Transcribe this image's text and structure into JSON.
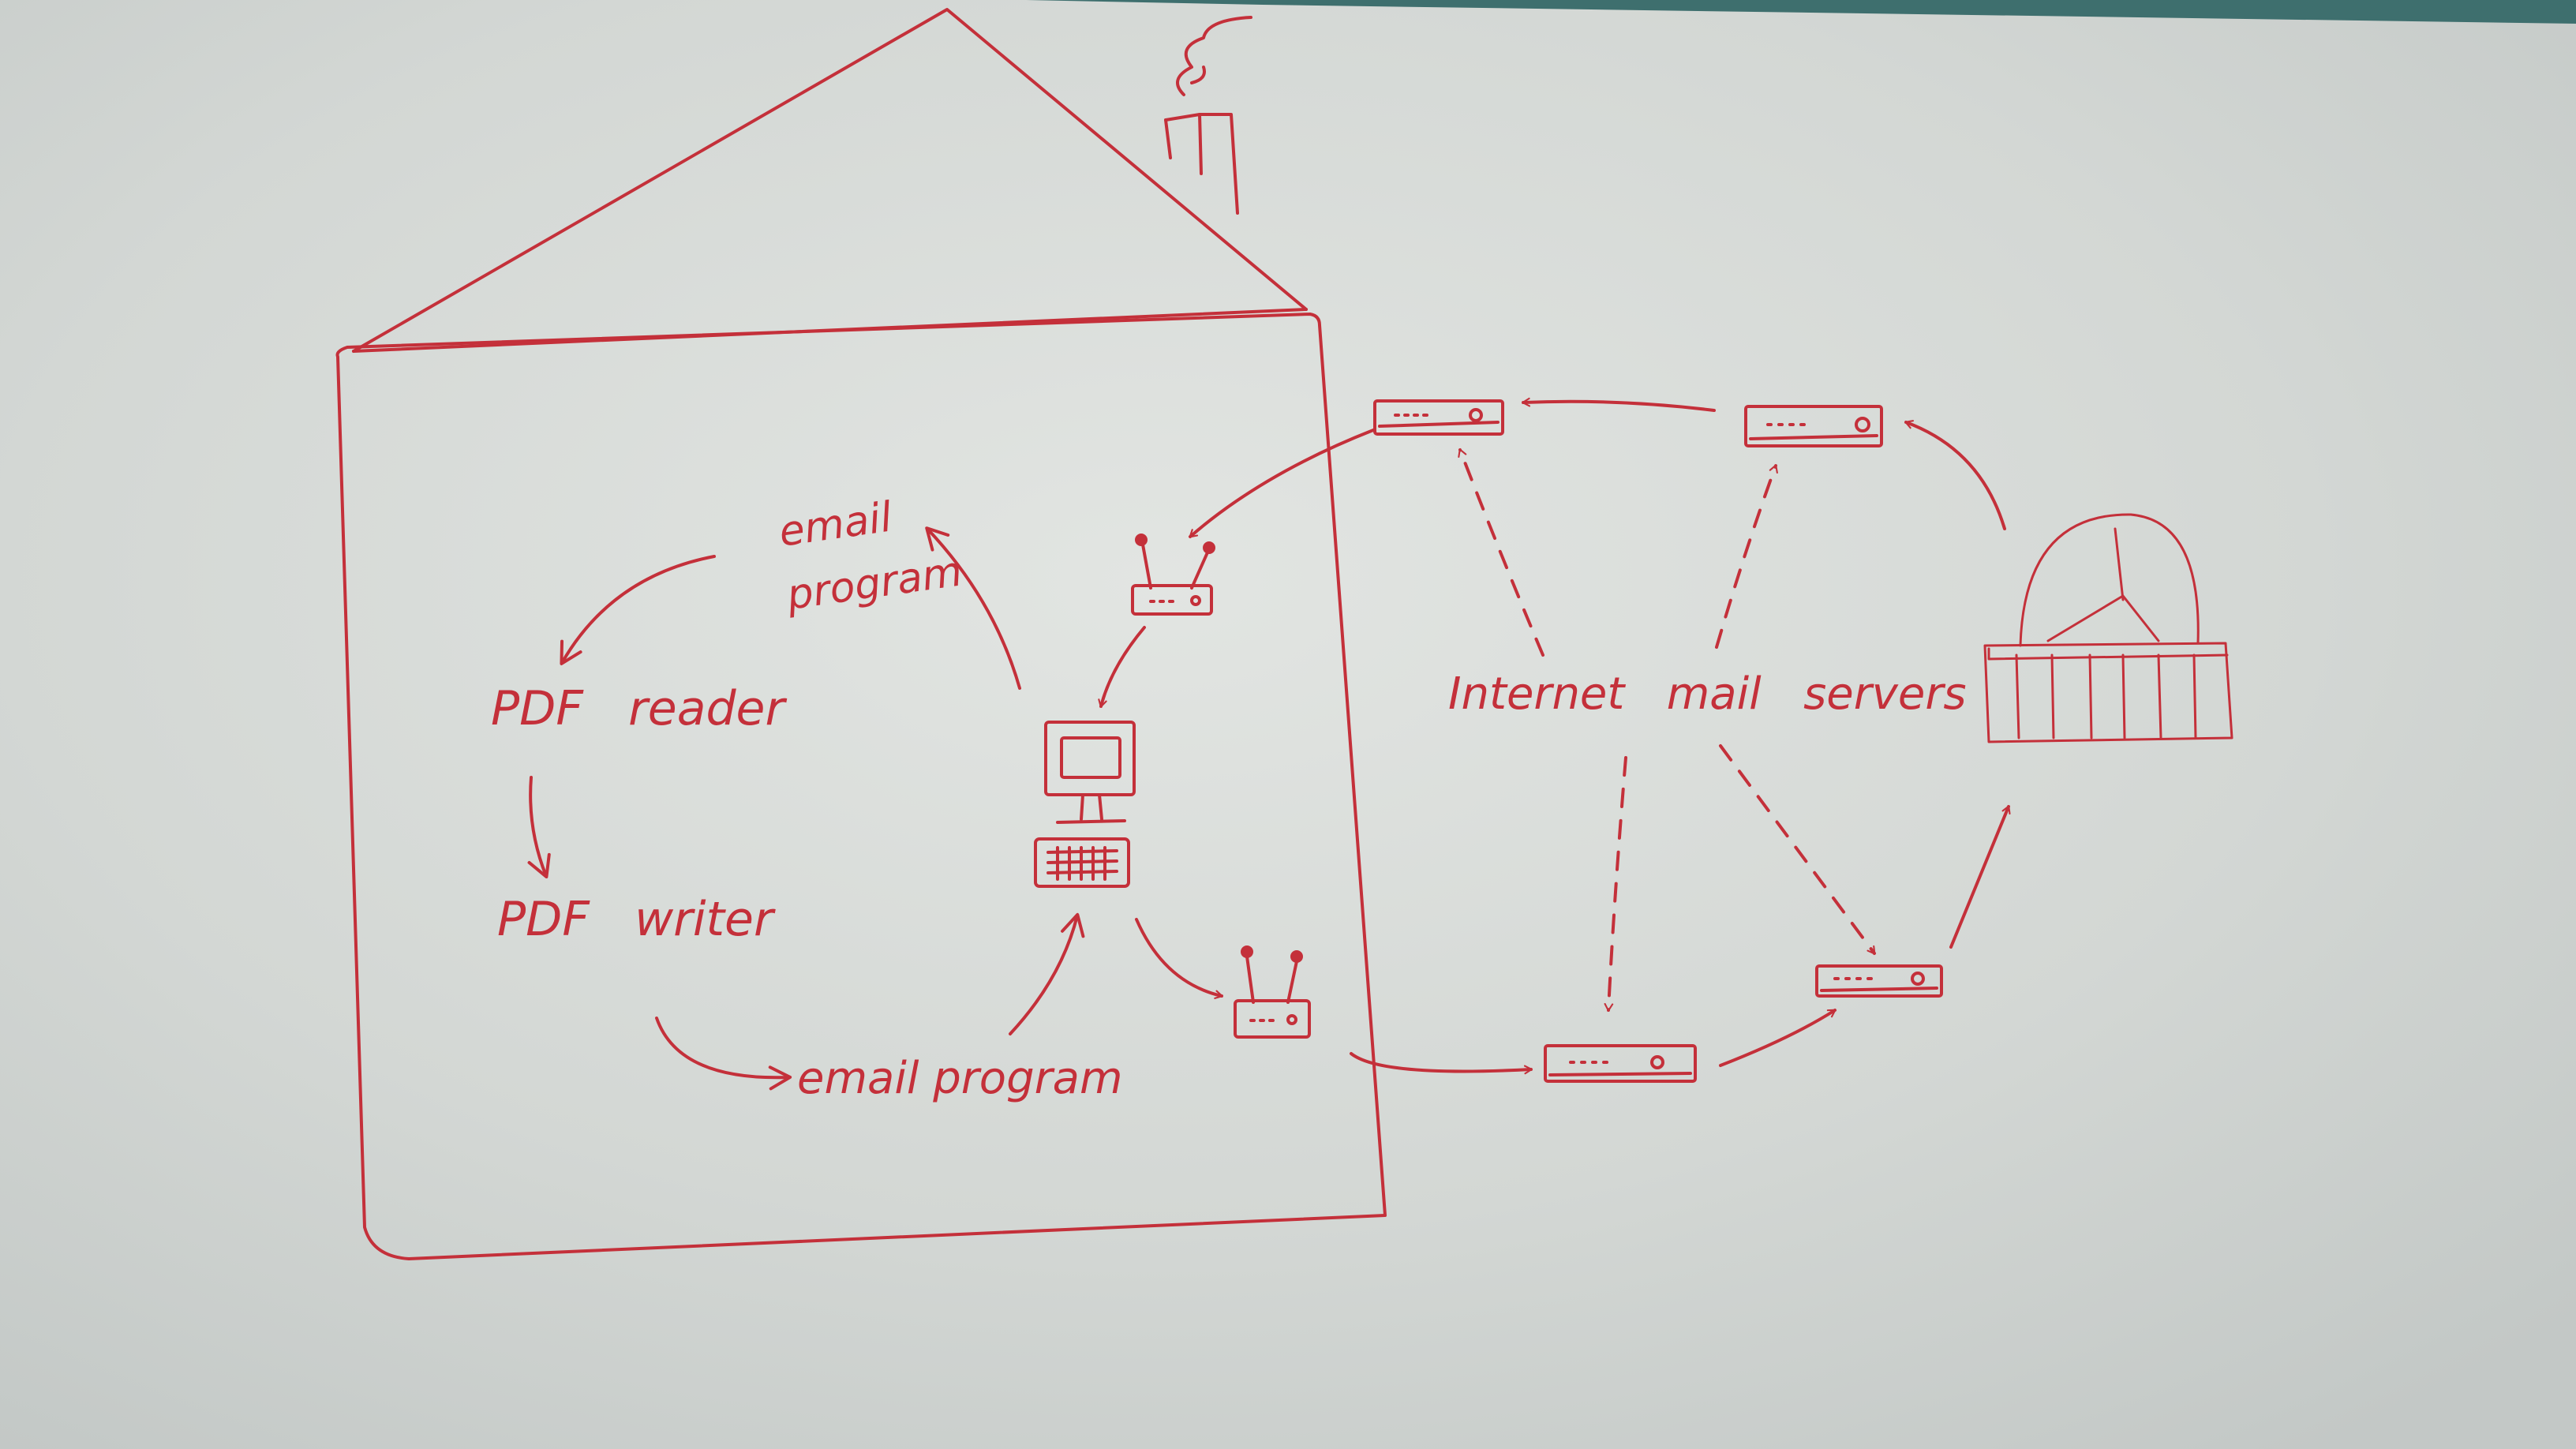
{
  "colors": {
    "ink": "#c4303a",
    "wall": "#d1d5d2",
    "wall_light": "#dfe2df",
    "teal_strip": "#3e6f6e"
  },
  "labels": {
    "email_program_top_line1": "email",
    "email_program_top_line2": "program",
    "pdf_reader": "PDF   reader",
    "pdf_writer": "PDF   writer",
    "email_program_bottom": "email program",
    "internet_mail_servers": "Internet   mail   servers"
  },
  "icons": {
    "house": "house-outline-icon",
    "chimney": "chimney-smoke-icon",
    "computer": "desktop-computer-icon",
    "keyboard": "keyboard-icon",
    "router": "wifi-router-icon",
    "server": "mail-server-icon",
    "building": "domed-building-icon"
  }
}
